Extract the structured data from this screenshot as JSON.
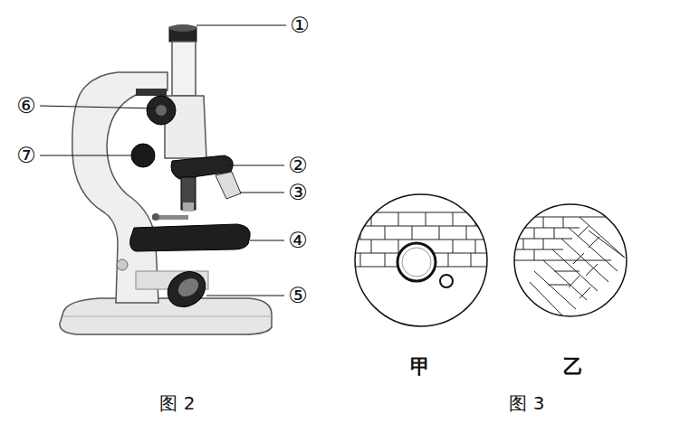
{
  "diagram": {
    "labels": [
      "①",
      "⑥",
      "⑦",
      "②",
      "③",
      "④",
      "⑤",
      "甲",
      "乙",
      "图 2",
      "图 3"
    ]
  }
}
